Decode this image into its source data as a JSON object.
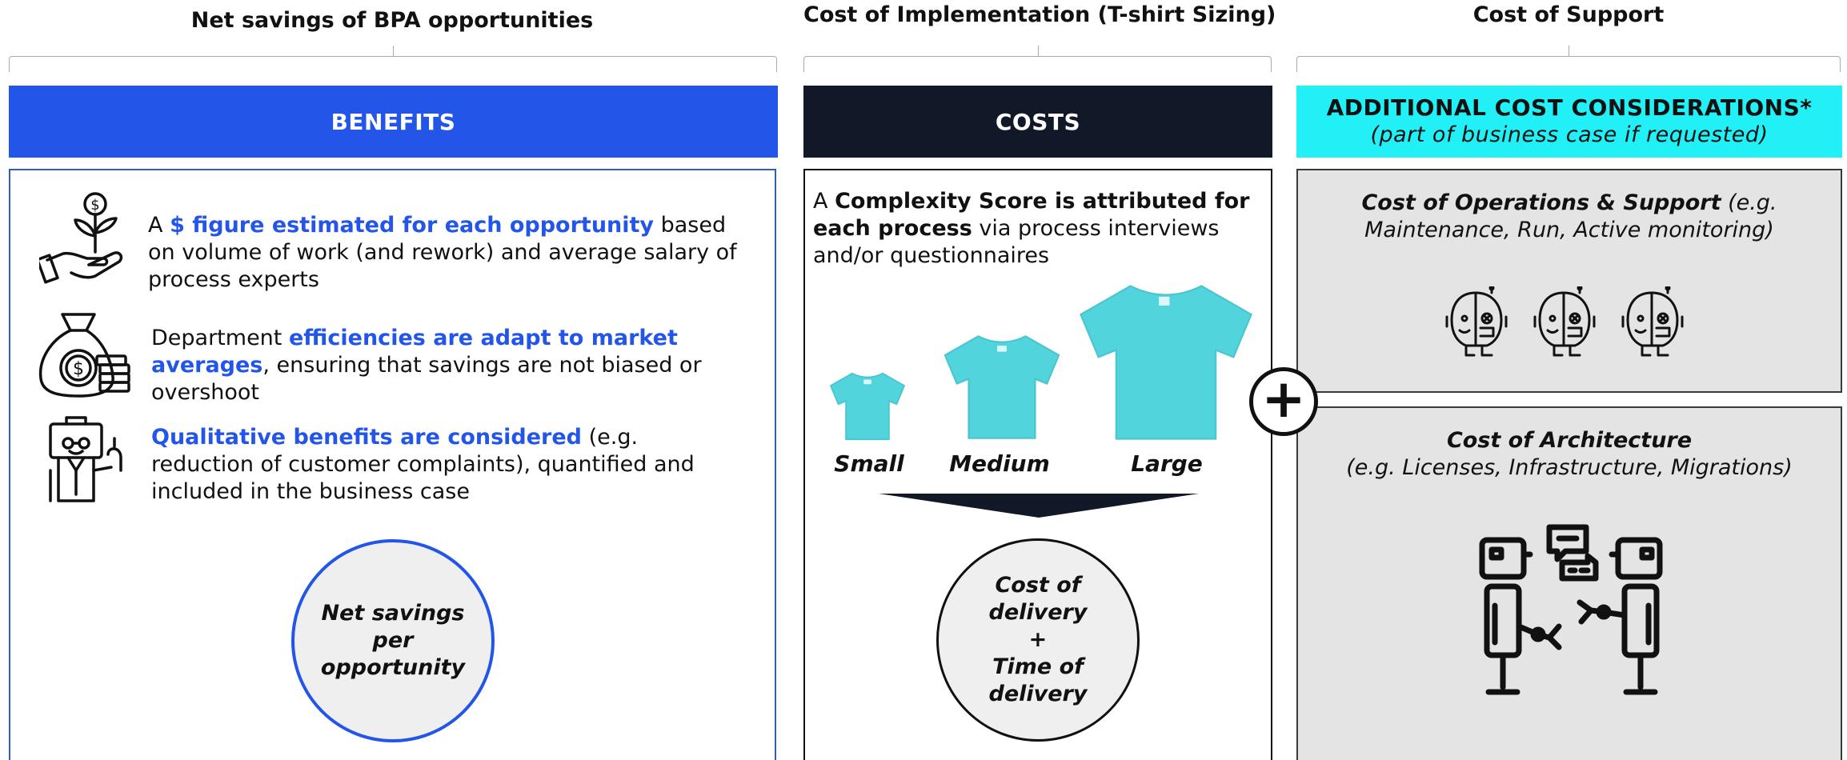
{
  "columns": {
    "benefits": {
      "title": "Net savings of BPA opportunities",
      "band": "BENEFITS",
      "items": [
        {
          "icon": "money-plant-hand-icon",
          "pre": "A ",
          "highlight": "$ figure estimated for each opportunity",
          "post": " based on volume of work (and rework) and average salary of process experts"
        },
        {
          "icon": "money-bag-coins-icon",
          "pre": "Department ",
          "highlight": "efficiencies are adapt to market averages",
          "post": ", ensuring that savings are not biased or overshoot"
        },
        {
          "icon": "businessman-briefcase-icon",
          "pre": "",
          "highlight": "Qualitative benefits are considered",
          "post": " (e.g. reduction of customer complaints), quantified and included in the business case"
        }
      ],
      "circle": [
        "Net savings",
        "per",
        "opportunity"
      ]
    },
    "costs": {
      "title": "Cost of Implementation (T-shirt Sizing)",
      "band": "COSTS",
      "intro_pre": "A ",
      "intro_bold": "Complexity Score is attributed for each process",
      "intro_post": " via process interviews and/or questionnaires",
      "sizes": [
        "Small",
        "Medium",
        "Large"
      ],
      "circle": [
        "Cost of",
        "delivery",
        "+",
        "Time of",
        "delivery"
      ]
    },
    "support": {
      "title": "Cost of Support",
      "band_line1": "ADDITIONAL COST CONSIDERATIONS*",
      "band_line2": "(part of business case if requested)",
      "box1_bold": "Cost of Operations & Support",
      "box1_rest": " (e.g. Maintenance, Run, Active monitoring)",
      "box2_bold": "Cost of Architecture",
      "box2_rest": "(e.g. Licenses, Infrastructure, Migrations)"
    }
  },
  "plus_symbol": "+",
  "colors": {
    "benefits_band": "#2356e8",
    "costs_band": "#111827",
    "support_band": "#22f0f7",
    "accent_blue": "#2356e8",
    "tshirt": "#52d4dc",
    "gray_box": "#e4e4e4"
  }
}
